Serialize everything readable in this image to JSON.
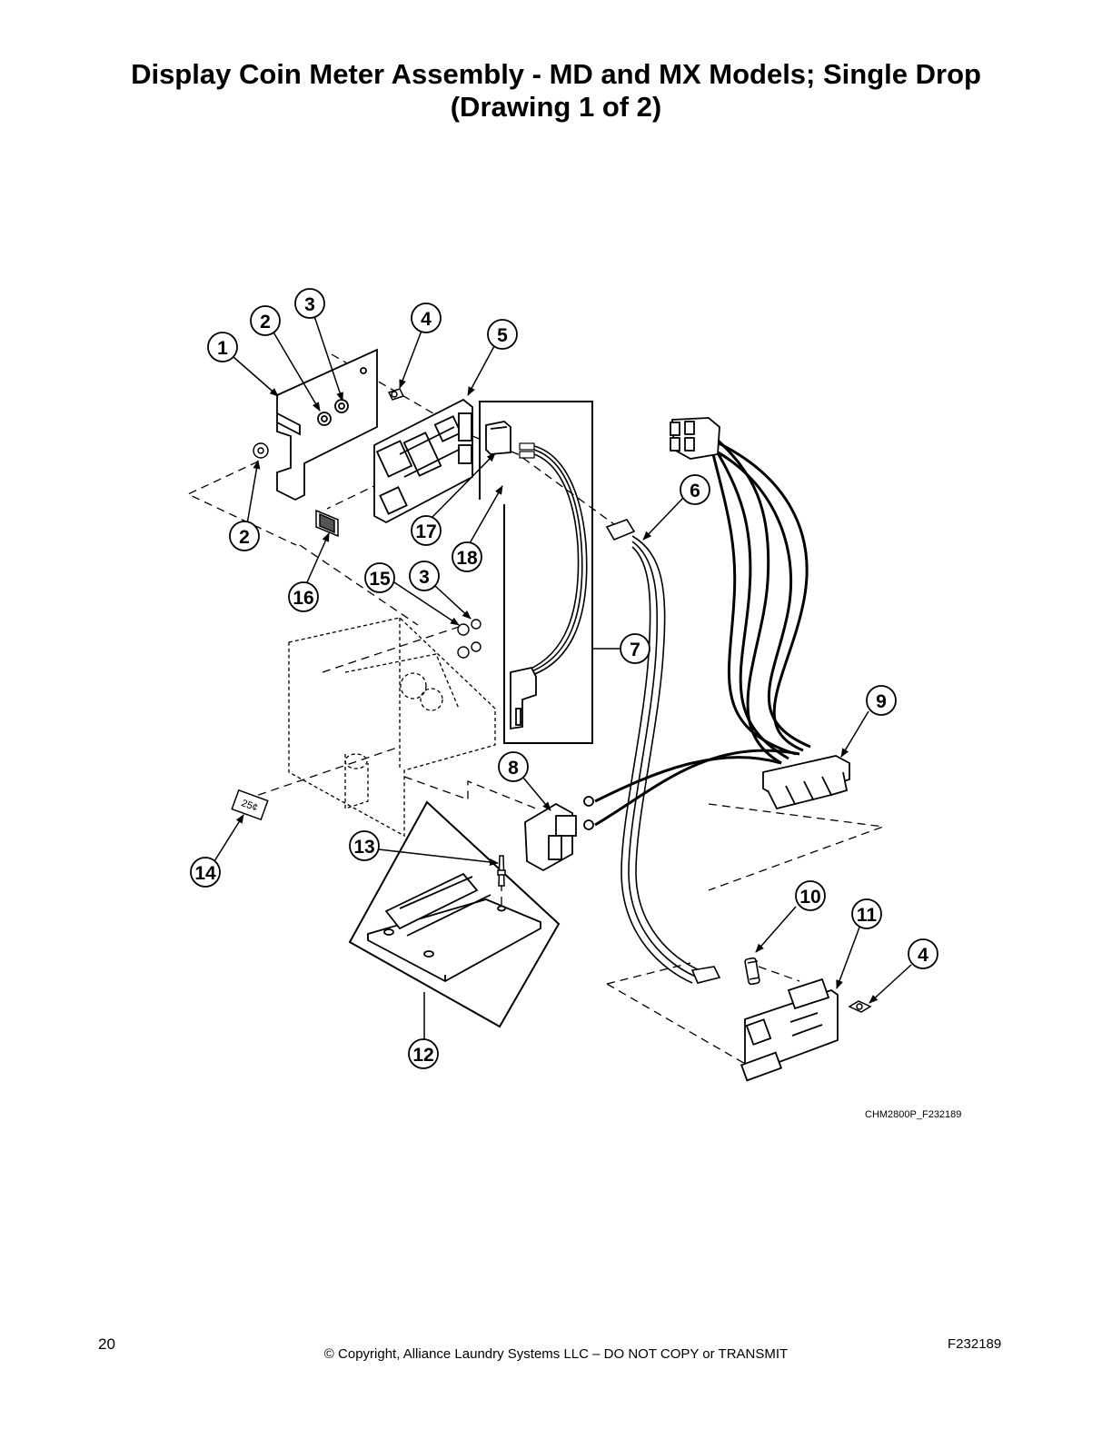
{
  "header": {
    "title_line1": "Display Coin Meter Assembly - MD and MX Models; Single Drop",
    "title_line2": "(Drawing 1 of 2)"
  },
  "diagram": {
    "callouts": [
      {
        "id": "c1",
        "label": "1"
      },
      {
        "id": "c2a",
        "label": "2"
      },
      {
        "id": "c3a",
        "label": "3"
      },
      {
        "id": "c4a",
        "label": "4"
      },
      {
        "id": "c5",
        "label": "5"
      },
      {
        "id": "c2b",
        "label": "2"
      },
      {
        "id": "c17",
        "label": "17"
      },
      {
        "id": "c18",
        "label": "18"
      },
      {
        "id": "c6",
        "label": "6"
      },
      {
        "id": "c16",
        "label": "16"
      },
      {
        "id": "c15",
        "label": "15"
      },
      {
        "id": "c3b",
        "label": "3"
      },
      {
        "id": "c7",
        "label": "7"
      },
      {
        "id": "c9",
        "label": "9"
      },
      {
        "id": "c8",
        "label": "8"
      },
      {
        "id": "c14",
        "label": "14"
      },
      {
        "id": "c13",
        "label": "13"
      },
      {
        "id": "c10",
        "label": "10"
      },
      {
        "id": "c11",
        "label": "11"
      },
      {
        "id": "c4b",
        "label": "4"
      },
      {
        "id": "c12",
        "label": "12"
      }
    ],
    "coin_label": "25¢",
    "drawing_code": "CHM2800P_F232189"
  },
  "footer": {
    "page_number": "20",
    "copyright": "© Copyright, Alliance Laundry Systems LLC – DO NOT COPY or TRANSMIT",
    "doc_code": "F232189"
  }
}
